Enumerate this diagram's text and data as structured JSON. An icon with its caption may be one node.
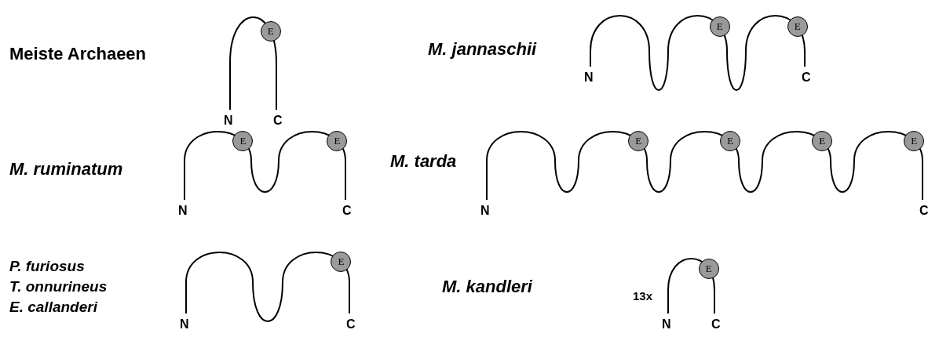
{
  "diagram": {
    "nodes": [
      {
        "text": [
          "E"
        ]
      },
      {
        "text": [
          "E"
        ]
      },
      {
        "text": [
          "E"
        ]
      },
      {
        "text": [
          "E"
        ]
      },
      {
        "text": [
          "E"
        ]
      },
      {
        "text": [
          "E"
        ]
      },
      {
        "text": [
          "E"
        ]
      },
      {
        "text": [
          "E"
        ]
      },
      {
        "text": [
          "E"
        ]
      },
      {
        "text": [
          "E"
        ]
      },
      {
        "text": [
          "E"
        ]
      }
    ],
    "labels": [
      "Meiste Archaeen",
      "N",
      "C",
      "M. jannaschii",
      "N",
      "C",
      "M. ruminatum",
      "N",
      "C",
      "M. tarda",
      "N",
      "C",
      "P. furiosus",
      "T. onnurineus",
      "E. callanderi",
      "N",
      "C",
      "M. kandleri",
      "13x",
      "N",
      "C"
    ]
  }
}
